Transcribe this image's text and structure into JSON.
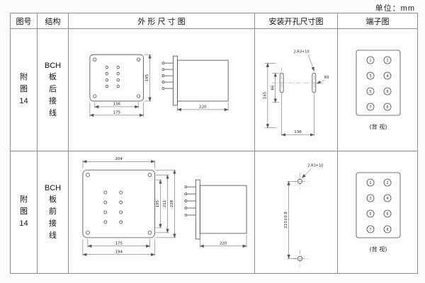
{
  "page": {
    "unit": "单位：mm"
  },
  "headers": {
    "fig_no": "图号",
    "structure": "结构",
    "outline": "外 形 尺 寸 图",
    "install": "安装开孔尺寸图",
    "terminal": "端子图"
  },
  "rows": [
    {
      "fig_lines": [
        "附",
        "图",
        "14"
      ],
      "structure_lines": [
        "BCH",
        "板",
        "后",
        "接",
        "线"
      ],
      "outline": {
        "bottom_inner": "136",
        "bottom_outer": "175",
        "height": "195",
        "depth": "220"
      },
      "install": {
        "note_top": "2-R3+10",
        "note_side": "R3",
        "height_outer": "165",
        "height_inner": "66",
        "width": "136"
      },
      "terminal": {
        "left": [
          "1",
          "3",
          "5",
          "7"
        ],
        "right": [
          "2",
          "4",
          "6",
          "8"
        ],
        "caption": "(背 视)"
      }
    },
    {
      "fig_lines": [
        "附",
        "图",
        "14"
      ],
      "structure_lines": [
        "BCH",
        "板",
        "前",
        "接",
        "线"
      ],
      "outline": {
        "top": "204",
        "bottom_inner": "175",
        "bottom_outer": "194",
        "h1": "195",
        "h2": "211",
        "h3": "228",
        "depth": "220"
      },
      "install": {
        "note_top": "2-R3+10",
        "height": "221±0.8"
      },
      "terminal": {
        "left": [
          "1",
          "3",
          "5",
          "7"
        ],
        "right": [
          "2",
          "4",
          "6",
          "8"
        ],
        "caption": "(背 视)"
      }
    }
  ]
}
